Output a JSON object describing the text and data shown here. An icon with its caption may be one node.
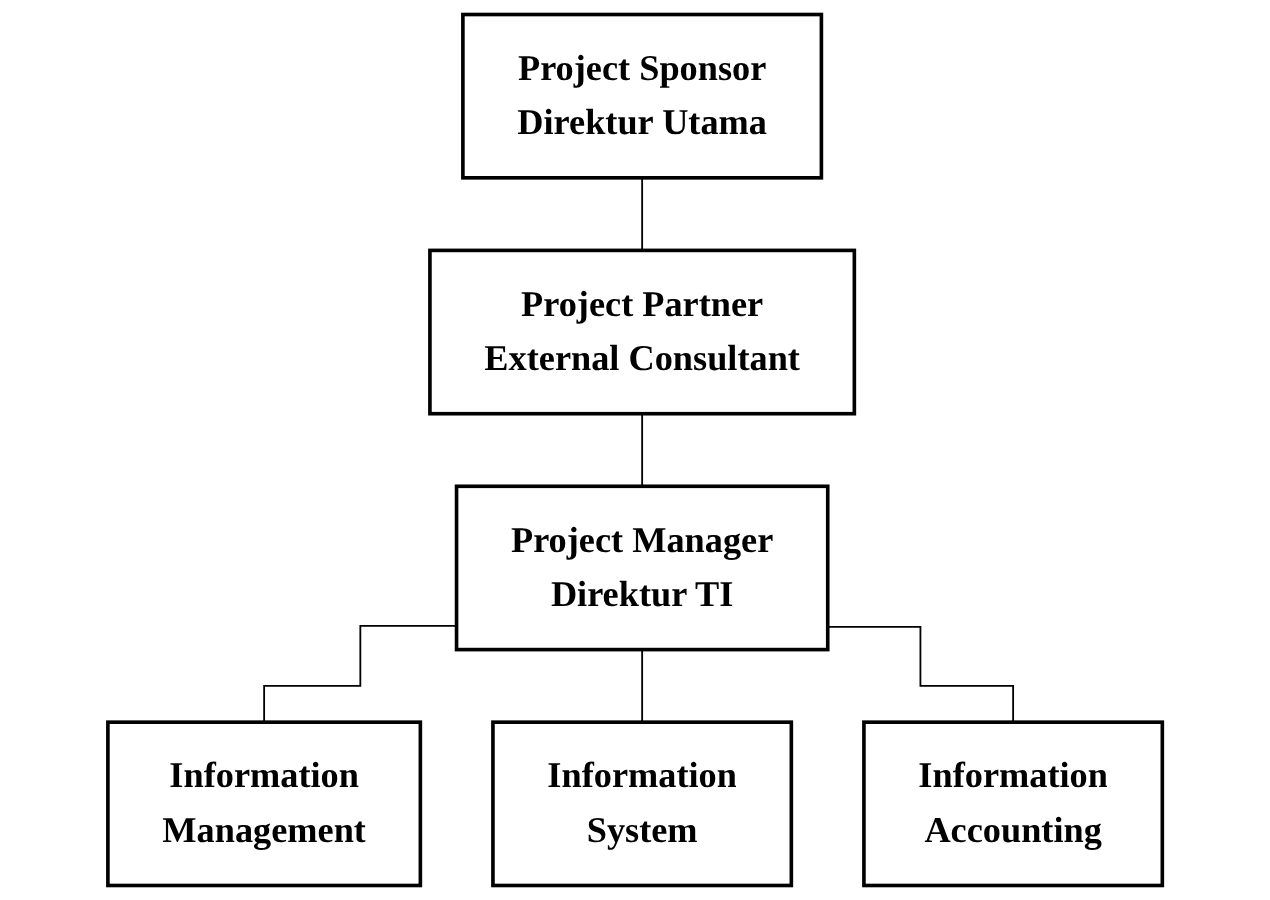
{
  "diagram": {
    "nodes": [
      {
        "text": [
          "Project Sponsor",
          "Direktur Utama"
        ]
      },
      {
        "text": [
          "Project Partner",
          "External Consultant"
        ]
      },
      {
        "text": [
          "Project Manager",
          "Direktur TI"
        ]
      },
      {
        "text": [
          "Information",
          "Management"
        ]
      },
      {
        "text": [
          "Information",
          "System"
        ]
      },
      {
        "text": [
          "Information",
          "Accounting"
        ]
      }
    ],
    "edges": [
      {
        "from": 0,
        "to": 1,
        "arrow": "none"
      },
      {
        "from": 1,
        "to": 2,
        "arrow": "none"
      },
      {
        "from": 2,
        "to": 3,
        "arrow": "none"
      },
      {
        "from": 2,
        "to": 4,
        "arrow": "none"
      },
      {
        "from": 2,
        "to": 5,
        "arrow": "none"
      }
    ]
  }
}
